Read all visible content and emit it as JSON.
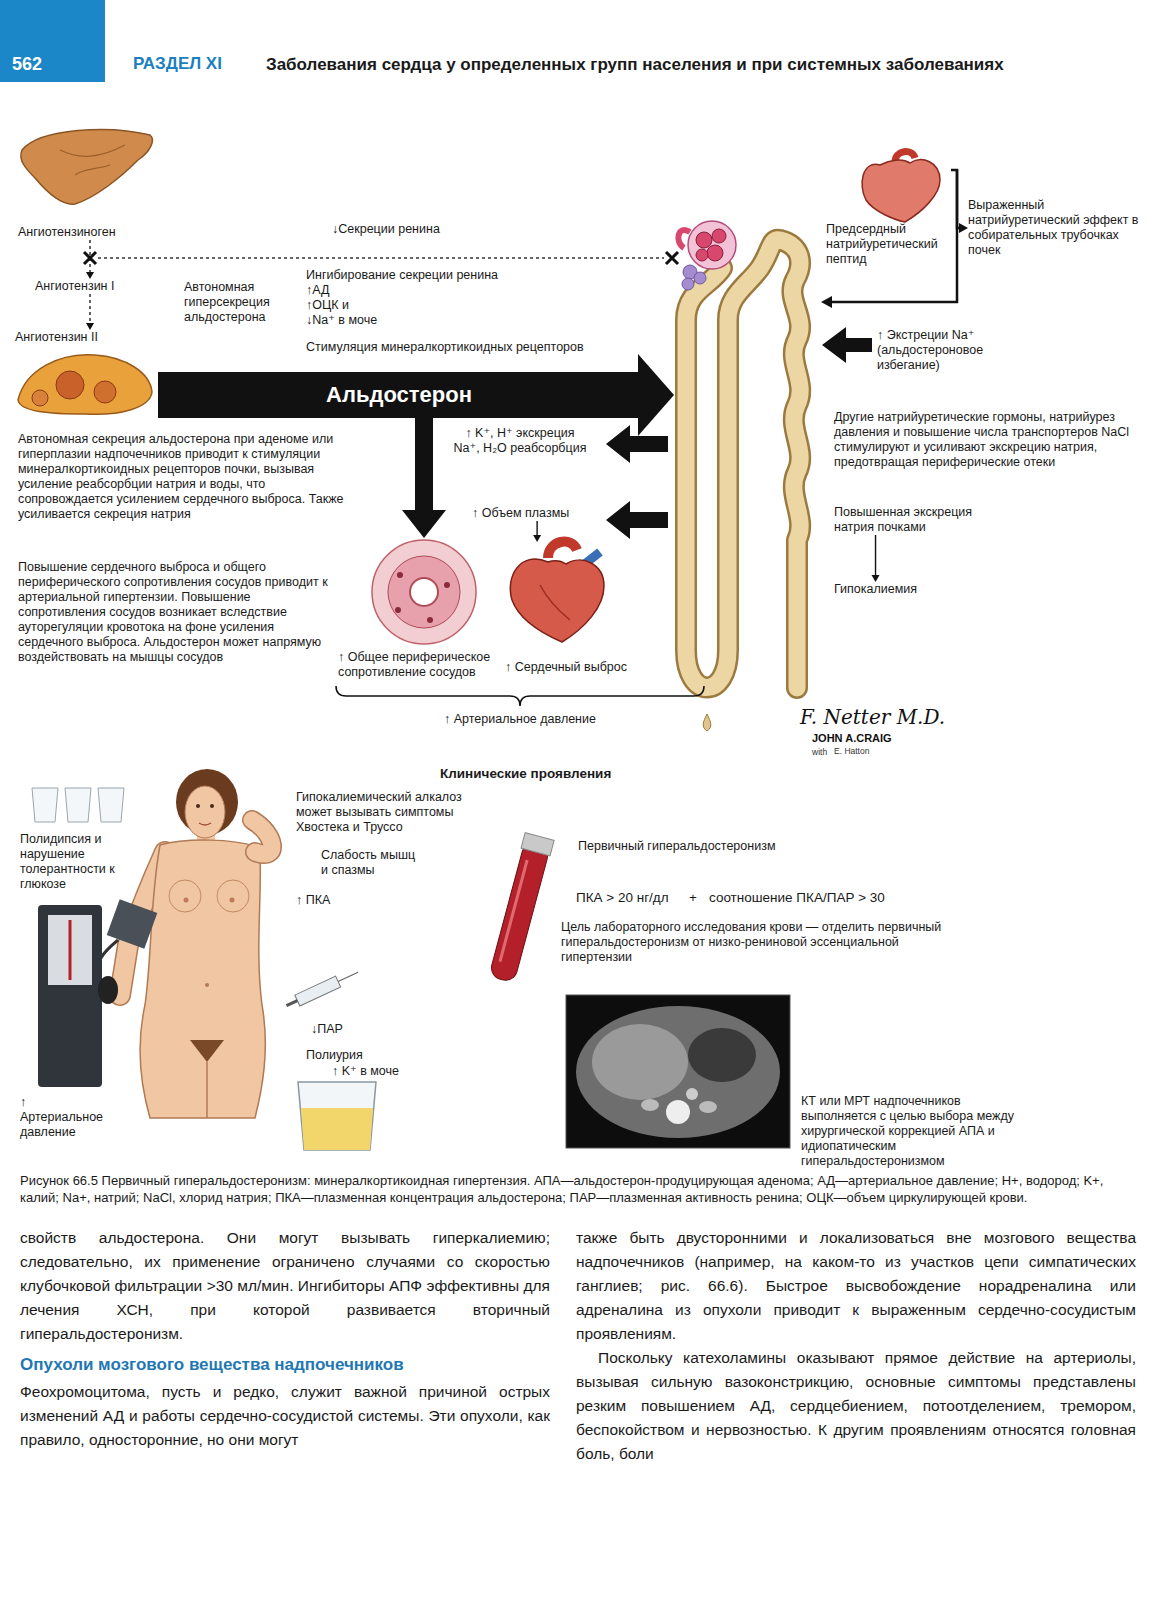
{
  "diagram": {
    "caption": "Рисунок 66.5 Первичный гиперальдостеронизм: минералкортикоидная гипертензия. АПА—альдостерон-продуцирующая аденома; АД—артериальное давление; H+, водород; K+, калий; Na+, натрий; NaCl, хлорид натрия; ПКА—плазменная концентрация альдостерона; ПАР—плазменная активность ренина; ОЦК—объем циркулирующей крови.",
    "nodes": [
      {
        "text": [
          "Ангиотензиноген"
        ]
      },
      {
        "text": [
          "Ангиотензин I"
        ]
      },
      {
        "text": [
          "Ангиотензин II"
        ]
      },
      {
        "text": [
          "Альдостерон"
        ]
      },
      {
        "text": [
          "↑ Объем плазмы"
        ]
      },
      {
        "text": [
          "↑ Общее периферическое сопротивление сосудов"
        ]
      },
      {
        "text": [
          "↑ Сердечный выброс"
        ]
      },
      {
        "text": [
          "Предсердный натрийуретический пептид"
        ]
      },
      {
        "text": [
          "Выраженный натрийуретический эффект в собирательных трубочках почек"
        ]
      },
      {
        "text": [
          "Повышенная экскреция натрия почками"
        ]
      },
      {
        "text": [
          "Гипокалиемия"
        ]
      }
    ],
    "edges": [
      {
        "from": 0,
        "to": 1,
        "arrow": "to"
      },
      {
        "from": 1,
        "to": 2,
        "arrow": "to"
      },
      {
        "from": 3,
        "to": 5,
        "arrow": "to"
      },
      {
        "from": 4,
        "to": 6,
        "arrow": "to"
      },
      {
        "from": 7,
        "to": 8,
        "arrow": "to"
      },
      {
        "from": 9,
        "to": 10,
        "arrow": "to"
      }
    ],
    "labels": [
      "562",
      "РАЗДЕЛ XI",
      "Заболевания сердца у определенных групп населения и при системных заболеваниях",
      "↓Секреции ренина",
      "Автономная гиперсекреция альдостерона",
      "Ингибирование секреции ренина",
      "↑АД",
      "↑ОЦК и",
      "↓Na⁺ в моче",
      "Стимуляция минералкортикоидных рецепторов",
      "↑ Экстреции Na⁺ (альдостероновое избегание)",
      "Автономная секреция альдостерона при аденоме или гиперплазии надпочечников приводит к стимуляции минералкортикоидных рецепторов почки, вызывая усиление реабсорбции натрия и воды, что сопровождается усилением сердечного выброса. Также усиливается секреция натрия",
      "↑ K⁺, H⁺ экскреция Na⁺, H₂O реабсорбция",
      "Другие натрийуретические гормоны, натрийурез давления и повышение числа транспортеров NaCl стимулируют и усиливают экскрецию натрия, предотвращая периферические отеки",
      "Повышение сердечного выброса и общего периферического сопротивления сосудов приводит к артериальной гипертензии. Повышение сопротивления сосудов возникает вследствие ауторегуляции кровотока на фоне усиления сердечного выброса. Альдостерон может напрямую воздействовать на мышцы сосудов",
      "↑ Артериальное давление",
      "F. Netter M.D.",
      "JOHN A.CRAIG",
      "with",
      "E. Hatton",
      "Клинические проявления",
      "Полидипсия и нарушение толерантности к глюкозе",
      "Гипокалиемический алкалоз может вызывать симптомы Хвостека и Труссо",
      "Слабость мышц и спазмы",
      "↑ ПКА",
      "↓ПАР",
      "Полиурия",
      "↑ K⁺ в моче",
      "↑ Артериальное давление",
      "Первичный гиперальдостеронизм",
      "ПКА > 20 нг/дл",
      "+",
      "соотношение ПКА/ПАР > 30",
      "Цель лабораторного исследования крови — отделить первичный гиперальдостеронизм от низко-рениновой эссенциальной гипертензии",
      "КТ или МРТ надпочечников выполняется с целью выбора между хирургической коррекцией АПА и идиопатическим гиперальдостеронизмом",
      "свойств альдостерона. Они могут вызывать гиперкалиемию; следовательно, их применение ограничено случаями со скоростью клубочковой фильтрации >30 мл/мин. Ингибиторы АПФ эффективны для лечения ХСН, при которой развивается вторичный гиперальдостеронизм.",
      "Опухоли мозгового вещества надпочечников",
      "Феохромоцитома, пусть и редко, служит важной причиной острых изменений АД и работы сердечно-сосудистой системы. Эти опухоли, как правило, односторонние, но они могут",
      "также быть двусторонними и локализоваться вне мозгового вещества надпочечников (например, на каком-то из участков цепи симпатических ганглиев; рис. 66.6). Быстрое высвобождение норадреналина или адреналина из опухоли приводит к выраженным сердечно-сосудистым проявлениям.",
      "Поскольку катехоламины оказывают прямое действие на артериолы, вызывая сильную вазоконстрикцию, основные симптомы представлены резким повышением АД, сердцебиением, потоотделением, тремором, беспокойством и нервозностью. К другим проявлениям относятся головная боль, боли"
    ]
  }
}
